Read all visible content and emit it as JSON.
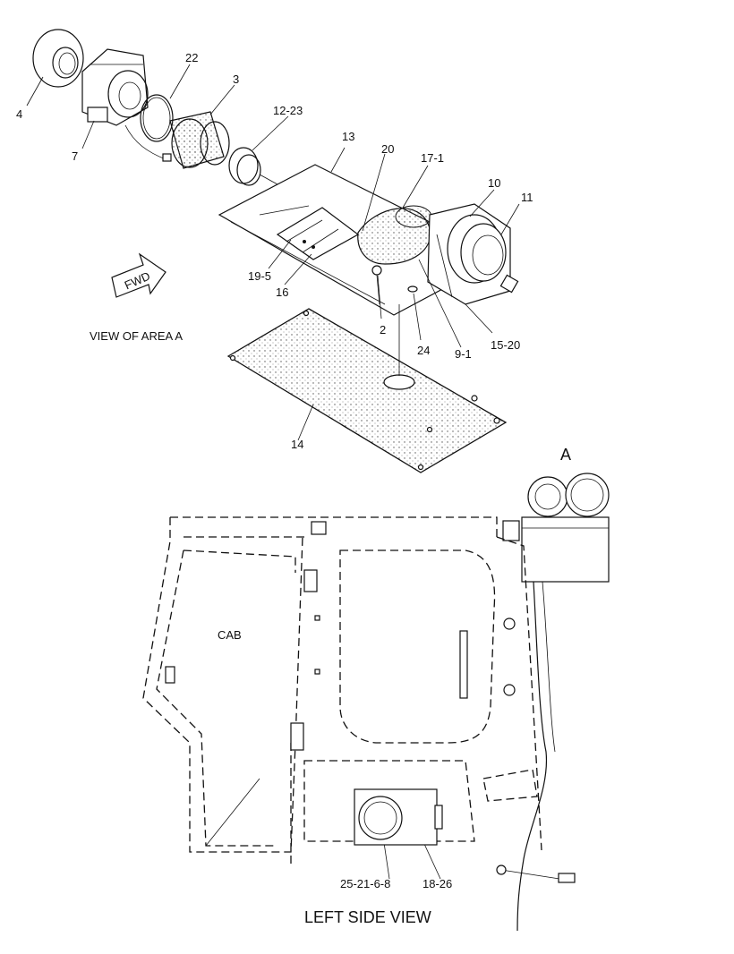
{
  "callouts": {
    "c4": "4",
    "c7": "7",
    "c22": "22",
    "c3": "3",
    "c12_23": "12-23",
    "c13": "13",
    "c20": "20",
    "c17_1": "17-1",
    "c10": "10",
    "c11": "11",
    "c19_5": "19-5",
    "c16": "16",
    "c2": "2",
    "c24": "24",
    "c9_1": "9-1",
    "c15_20": "15-20",
    "c14": "14",
    "c25_21_6_8": "25-21-6-8",
    "c18_26": "18-26"
  },
  "fwd_label": "FWD",
  "view_area_label": "VIEW OF AREA A",
  "area_marker": "A",
  "cab_label": "CAB",
  "side_view_label": "LEFT SIDE VIEW",
  "icons": [
    "fwd-arrow-icon"
  ],
  "colors": {
    "line": "#111111",
    "background": "#ffffff"
  }
}
